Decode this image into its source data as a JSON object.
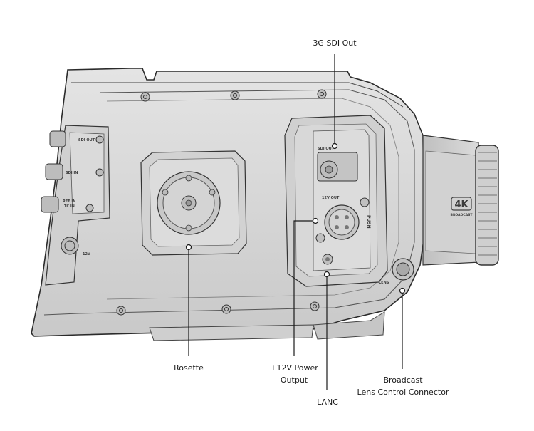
{
  "callouts": {
    "sdi_out": "3G SDI Out",
    "rosette": "Rosette",
    "power_out": "+12V Power\nOutput",
    "lanc": "LANC",
    "lens_control": "Broadcast\nLens Control Connector"
  },
  "panel_labels": {
    "sdi_out": "SDI OUT",
    "sdi_in": "SDI IN",
    "ref_in": "REF IN",
    "tc_in": "TC IN",
    "twelve_v": "12V",
    "sdi_out_side": "SDI OUT",
    "twelve_v_out": "12V OUT",
    "push": "PUSH",
    "lens": "LENS",
    "fourk": "4K",
    "broadcast": "BROADCAST"
  },
  "colors": {
    "body": "#d6d6d6",
    "outline": "#2b2b2b",
    "leader": "#1a1a1a"
  }
}
